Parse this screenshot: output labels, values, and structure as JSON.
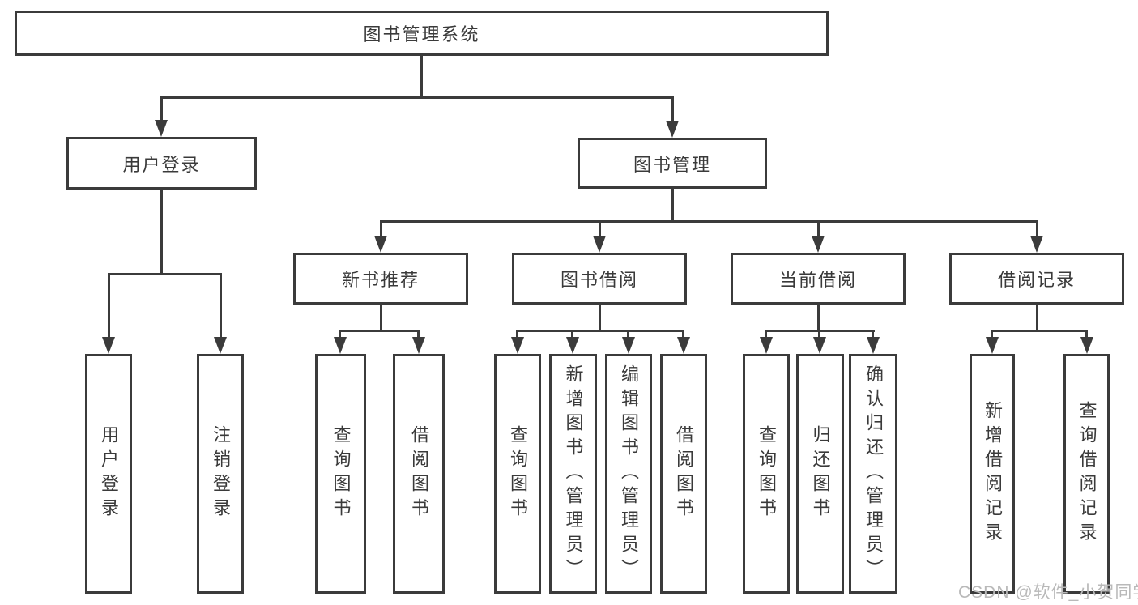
{
  "diagram": {
    "root": {
      "label": "图书管理系统"
    },
    "branches": [
      {
        "label": "用户登录",
        "children": [
          {
            "label": "用户登录"
          },
          {
            "label": "注销登录"
          }
        ]
      },
      {
        "label": "图书管理",
        "children": [
          {
            "label": "新书推荐",
            "children": [
              {
                "label": "查询图书"
              },
              {
                "label": "借阅图书"
              }
            ]
          },
          {
            "label": "图书借阅",
            "children": [
              {
                "label": "查询图书"
              },
              {
                "label": "新增图书（管理员）"
              },
              {
                "label": "编辑图书（管理员）"
              },
              {
                "label": "借阅图书"
              }
            ]
          },
          {
            "label": "当前借阅",
            "children": [
              {
                "label": "查询图书"
              },
              {
                "label": "归还图书"
              },
              {
                "label": "确认归还（管理员）"
              }
            ]
          },
          {
            "label": "借阅记录",
            "children": [
              {
                "label": "新增借阅记录"
              },
              {
                "label": "查询借阅记录"
              }
            ]
          }
        ]
      }
    ]
  },
  "watermark": {
    "text": "CSDN @软件_小贺同学"
  },
  "colors": {
    "line": "#3b3b3b",
    "text": "#3a3a3a",
    "background": "#ffffff",
    "watermark": "#b9b9b9"
  }
}
